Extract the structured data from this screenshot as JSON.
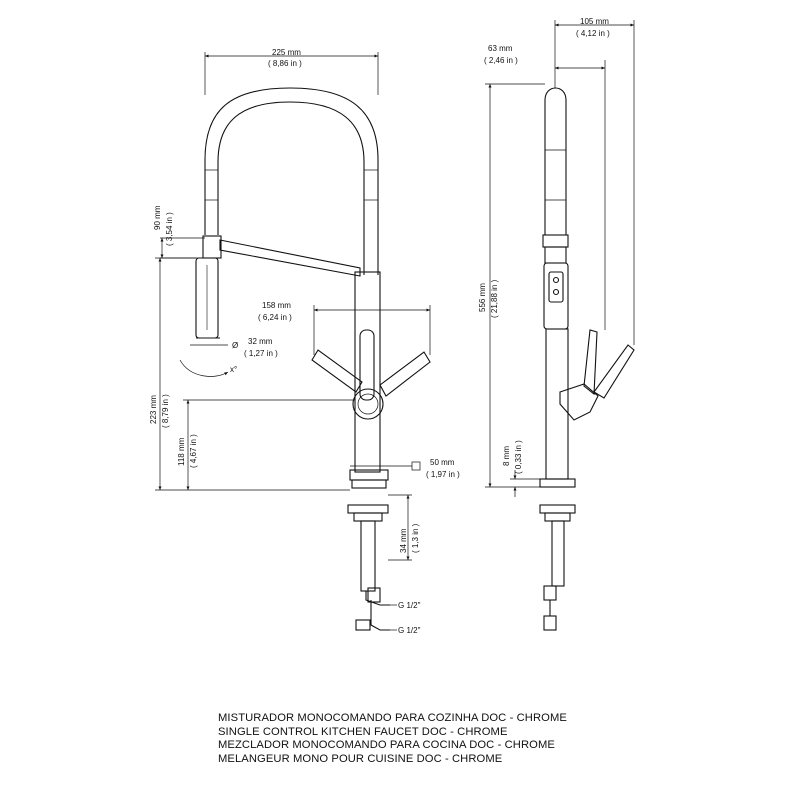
{
  "front_view": {
    "width_overall": {
      "mm": "225 mm",
      "in": "( 8,86 in )"
    },
    "spray_head_height": {
      "mm": "90 mm",
      "in": "( 3,54 in )"
    },
    "handle_span": {
      "mm": "158 mm",
      "in": "( 6,24 in )"
    },
    "head_diameter": {
      "symbol": "Ø",
      "mm": "32 mm",
      "in": "( 1,27 in )"
    },
    "swivel_angle": "x°",
    "spout_height": {
      "mm": "223 mm",
      "in": "( 8,79 in )"
    },
    "handle_height": {
      "mm": "118 mm",
      "in": "( 4,67 in )"
    },
    "base_square": {
      "mm": "50 mm",
      "in": "( 1,97 in )"
    },
    "deck_thickness": {
      "mm": "34 mm",
      "in": "( 1,3 in )"
    },
    "connection_1": "G 1/2\"",
    "connection_2": "G 1/2\""
  },
  "side_view": {
    "depth_overall": {
      "mm": "105 mm",
      "in": "( 4,12 in )"
    },
    "spout_offset": {
      "mm": "63 mm",
      "in": "( 2,46 in )"
    },
    "total_height": {
      "mm": "556 mm",
      "in": "( 21,88 in )"
    },
    "base_ring": {
      "mm": "8 mm",
      "in": "( 0,33 in )"
    }
  },
  "caption": {
    "pt": "MISTURADOR MONOCOMANDO PARA COZINHA DOC - CHROME",
    "en": "SINGLE CONTROL KITCHEN FAUCET DOC - CHROME",
    "es": "MEZCLADOR MONOCOMANDO PARA COCINA DOC - CHROME",
    "fr": "MELANGEUR MONO POUR CUISINE DOC - CHROME"
  }
}
